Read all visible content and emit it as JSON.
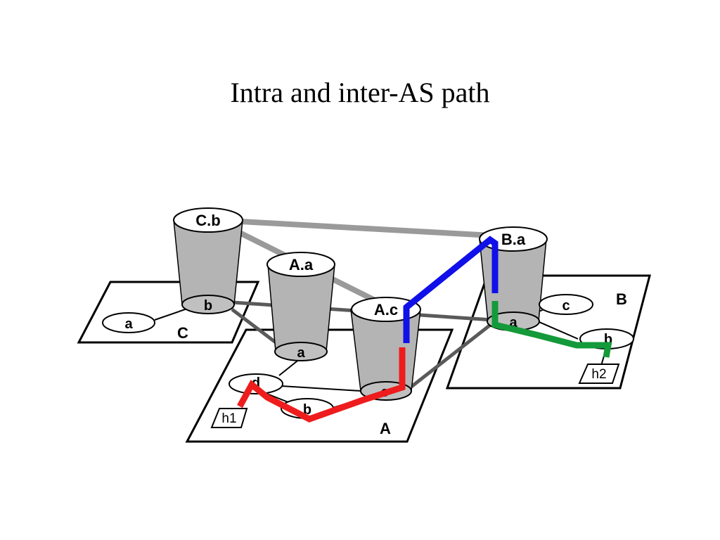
{
  "slide": {
    "title": "Intra and inter-AS path"
  },
  "as_labels": {
    "A": "A",
    "B": "B",
    "C": "C"
  },
  "gateways": {
    "Cb": "C.b",
    "Aa": "A.a",
    "Ac": "A.c",
    "Ba": "B.a"
  },
  "routers": {
    "C_a": "a",
    "C_b": "b",
    "A_a": "a",
    "A_b": "b",
    "A_c": "c",
    "A_d": "d",
    "B_a": "a",
    "B_b": "b",
    "B_c": "c"
  },
  "hosts": {
    "h1": "h1",
    "h2": "h2"
  },
  "colors": {
    "intra_as_A": "#ee1c1c",
    "inter_as": "#1010e8",
    "intra_as_B": "#149a3a",
    "cylinder": "#b4b4b4",
    "base_disc": "#c0c0c0",
    "inter_link": "#9a9a9a",
    "intra_link": "#5a5a5a"
  }
}
